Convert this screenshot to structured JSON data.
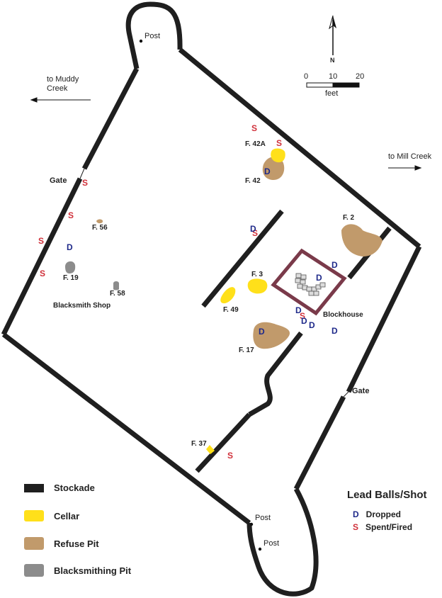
{
  "directions": {
    "north": "N",
    "west": "to Muddy Creek",
    "east": "to Mill Creek"
  },
  "scale": {
    "ticks": [
      "0",
      "10",
      "20"
    ],
    "unit": "feet"
  },
  "labels": {
    "post_top": "Post",
    "post_bottom_1": "Post",
    "post_bottom_2": "Post",
    "gate_west": "Gate",
    "gate_east": "Gate",
    "blacksmith_shop": "Blacksmith Shop",
    "blockhouse": "Blockhouse"
  },
  "features": {
    "f42a": "F. 42A",
    "f42": "F. 42",
    "f2": "F. 2",
    "f56": "F. 56",
    "f19": "F. 19",
    "f58": "F. 58",
    "f3": "F. 3",
    "f49": "F. 49",
    "f17": "F. 17",
    "f37": "F. 37"
  },
  "markers": {
    "dropped": "D",
    "spent": "S"
  },
  "legend": {
    "stockade": "Stockade",
    "cellar": "Cellar",
    "refuse_pit": "Refuse Pit",
    "blacksmithing_pit": "Blacksmithing Pit"
  },
  "lead_legend": {
    "title": "Lead Balls/Shot",
    "dropped_symbol": "D",
    "dropped_label": "Dropped",
    "spent_symbol": "S",
    "spent_label": "Spent/Fired"
  },
  "colors": {
    "stockade": "#1f1f1f",
    "cellar": "#ffe01a",
    "refuse_pit": "#c19a6b",
    "blacksmithing_pit": "#8c8c8c",
    "blockhouse": "#7a3a4a",
    "dropped": "#1f2a8a",
    "spent": "#d0303a"
  }
}
